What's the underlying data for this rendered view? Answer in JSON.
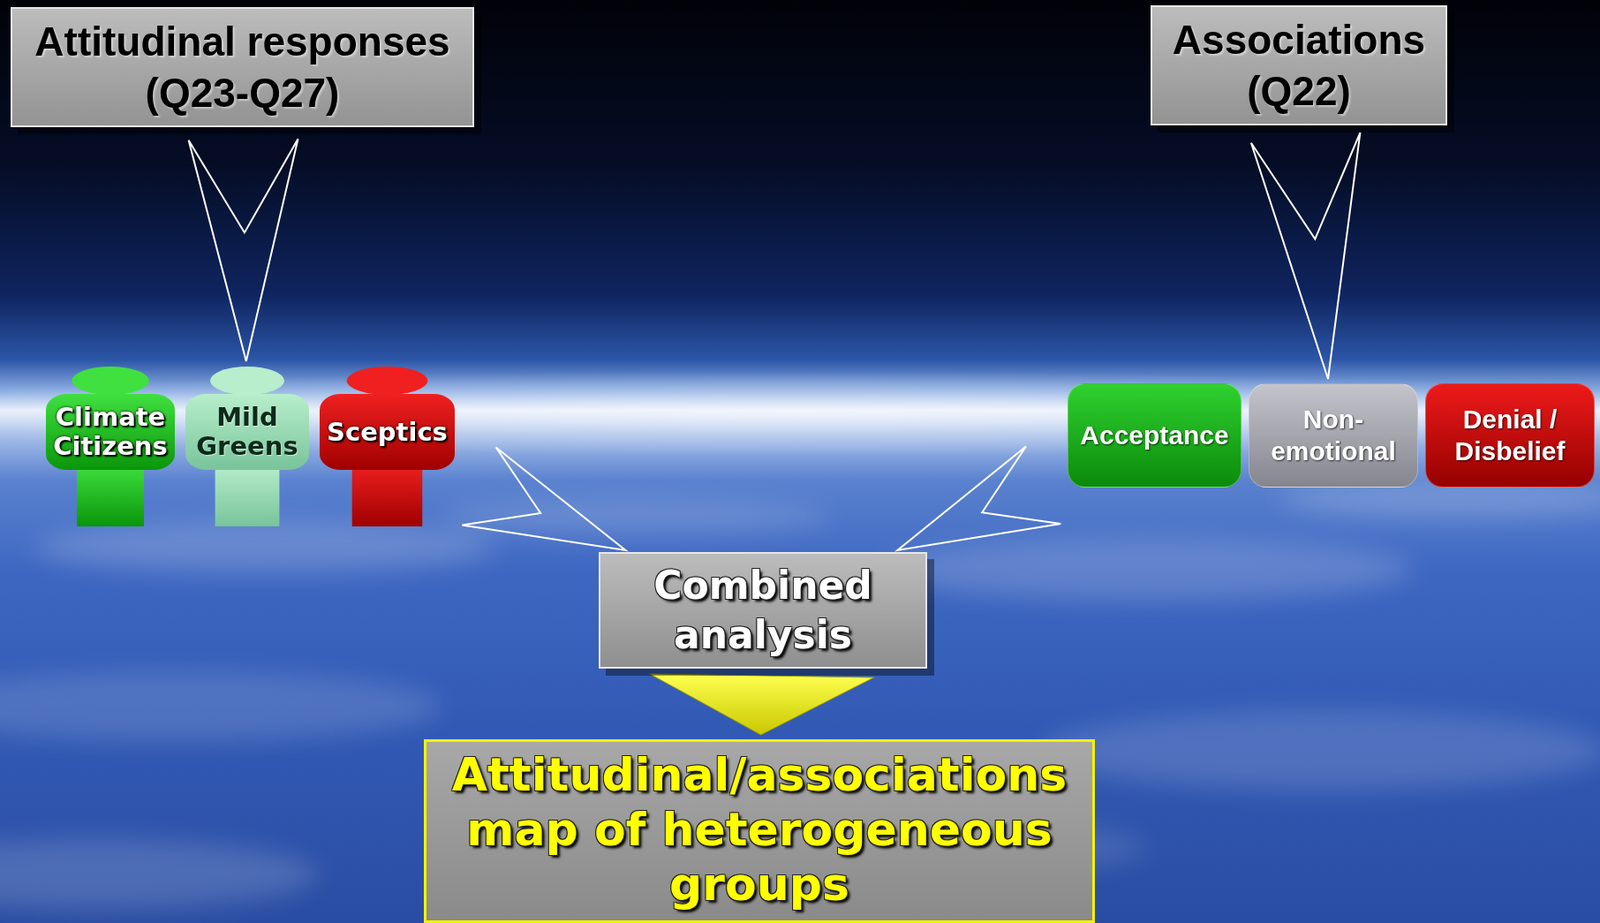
{
  "diagram": {
    "nodes": [
      {
        "text": [
          "Attitudinal responses (Q23-Q27)"
        ]
      },
      {
        "text": [
          "Associations (Q22)"
        ]
      },
      {
        "text": [
          "Climate Citizens"
        ]
      },
      {
        "text": [
          "Mild Greens"
        ]
      },
      {
        "text": [
          "Sceptics"
        ]
      },
      {
        "text": [
          "Acceptance"
        ]
      },
      {
        "text": [
          "Non-emotional"
        ]
      },
      {
        "text": [
          "Denial / Disbelief"
        ]
      },
      {
        "text": [
          "Combined analysis"
        ]
      },
      {
        "text": [
          "Attitudinal/associations map of heterogeneous groups"
        ]
      }
    ],
    "edges": [
      {
        "from": 0,
        "to": 3,
        "arrow": "to"
      },
      {
        "from": 1,
        "to": 6,
        "arrow": "to"
      },
      {
        "from": 4,
        "to": 8,
        "arrow": "to"
      },
      {
        "from": 5,
        "to": 8,
        "arrow": "to"
      },
      {
        "from": 8,
        "to": 9,
        "arrow": "to"
      }
    ]
  }
}
